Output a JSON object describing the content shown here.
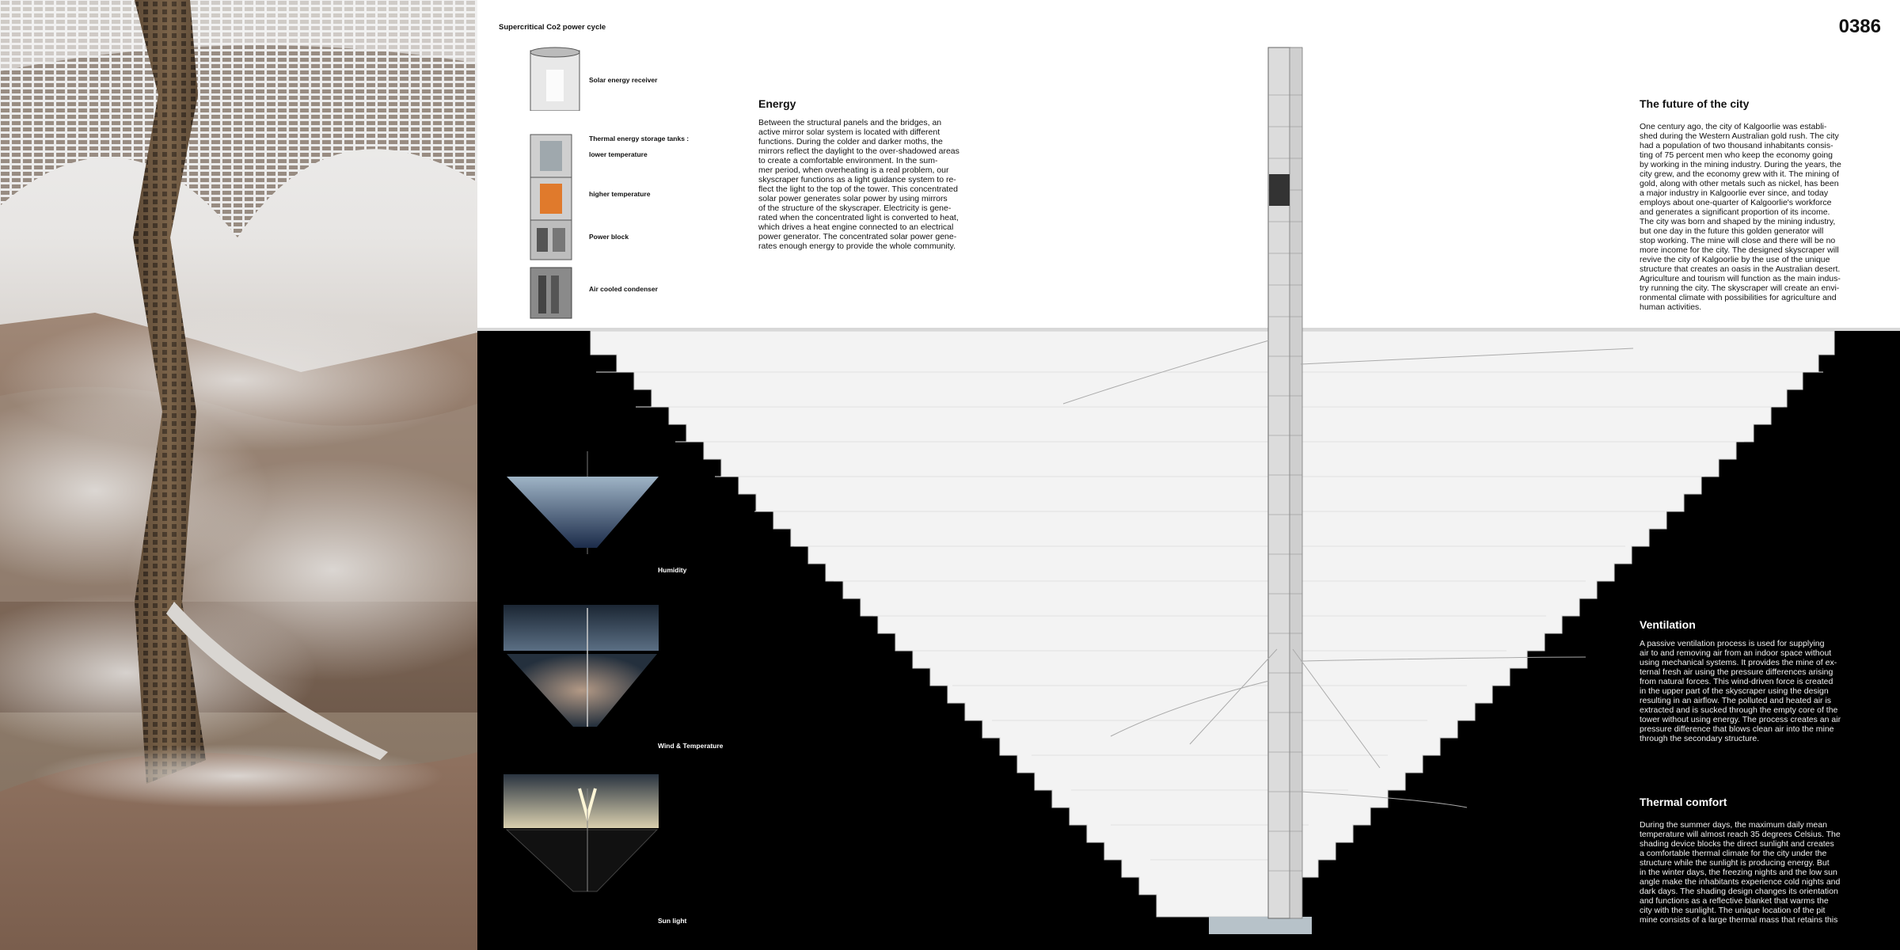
{
  "project_number": "0386",
  "cycle": {
    "title": "Supercritical Co2 power cycle",
    "labels": {
      "receiver": "Solar energy receiver",
      "storage": "Thermal energy storage tanks :",
      "lower": "lower temperature",
      "higher": "higher temperature",
      "power": "Power block",
      "condenser": "Air cooled condenser"
    }
  },
  "energy": {
    "heading": "Energy",
    "lines": [
      "Between the structural panels and the bridges, an",
      "active mirror solar system is located with different",
      "functions. During the colder and darker moths, the",
      "mirrors reflect the daylight to the over-shadowed areas",
      "to create a comfortable environment. In the sum-",
      "mer period, when overheating is a real problem, our",
      "skyscraper functions as a light guidance system to re-",
      "flect the light to the top of the tower. This concentrated",
      "solar power generates solar power by using mirrors",
      "of the structure of the skyscraper. Electricity is gene-",
      "rated when the concentrated light is converted to heat,",
      "which drives a heat engine connected to an electrical",
      "power generator. The concentrated solar power gene-",
      "rates enough energy to provide the whole community."
    ]
  },
  "future": {
    "heading": "The future of the city",
    "lines": [
      "One century ago, the city of Kalgoorlie was establi-",
      "shed during the Western Australian gold rush. The city",
      "had a population of two thousand inhabitants consis-",
      "ting of 75 percent men who keep the economy going",
      "by working in the mining industry. During the years, the",
      "city grew, and the economy grew with it. The mining of",
      "gold, along with other metals such as nickel, has been",
      "a major industry in Kalgoorlie ever since, and today",
      "employs about one-quarter of Kalgoorlie's workforce",
      "and generates a significant proportion of its income.",
      "The city was born and shaped by the mining industry,",
      "but one day in the future this golden generator will",
      "stop working. The mine will close and there will be no",
      "more income for the city. The designed skyscraper will",
      "revive the city of Kalgoorlie by the use of the unique",
      "structure that creates an oasis in the Australian desert.",
      "Agriculture and tourism will function as the main indus-",
      "try running the city. The skyscraper will create an envi-",
      "ronmental climate with possibilities for agriculture and",
      "human activities."
    ]
  },
  "ventilation": {
    "heading": "Ventilation",
    "lines": [
      "A passive ventilation process is used for supplying",
      "air to and removing air from an indoor space without",
      "using mechanical systems. It provides the mine of ex-",
      "ternal fresh air using the pressure differences arising",
      "from natural forces. This wind-driven force is created",
      "in the upper part of the skyscraper using the design",
      "resulting in an airflow. The polluted and heated air is",
      "extracted and is sucked through the empty core of the",
      "tower without using energy. The process creates an air",
      "pressure difference that blows clean air into the mine",
      "through the secondary structure."
    ]
  },
  "thermal": {
    "heading": "Thermal comfort",
    "lines": [
      "During the summer days, the maximum daily mean",
      "temperature will almost reach 35 degrees Celsius. The",
      "shading device blocks the direct sunlight and creates",
      "a comfortable thermal climate for the city under the",
      "structure while the sunlight is producing energy. But",
      "in the winter days, the freezing nights and the low sun",
      "angle make the inhabitants experience cold nights and",
      "dark days. The shading design changes its orientation",
      "and functions as a reflective blanket that warms the",
      "city with the sunlight. The unique location of the pit",
      "mine consists of a large thermal mass that retains this"
    ]
  },
  "diagrams": {
    "humidity": "Humidity",
    "wind": "Wind & Temperature",
    "sun": "Sun light"
  },
  "colors": {
    "paper": "#ffffff",
    "ground": "#000000",
    "storage_hot": "#e07a2c",
    "pit_fill": "#f4f4f4"
  }
}
